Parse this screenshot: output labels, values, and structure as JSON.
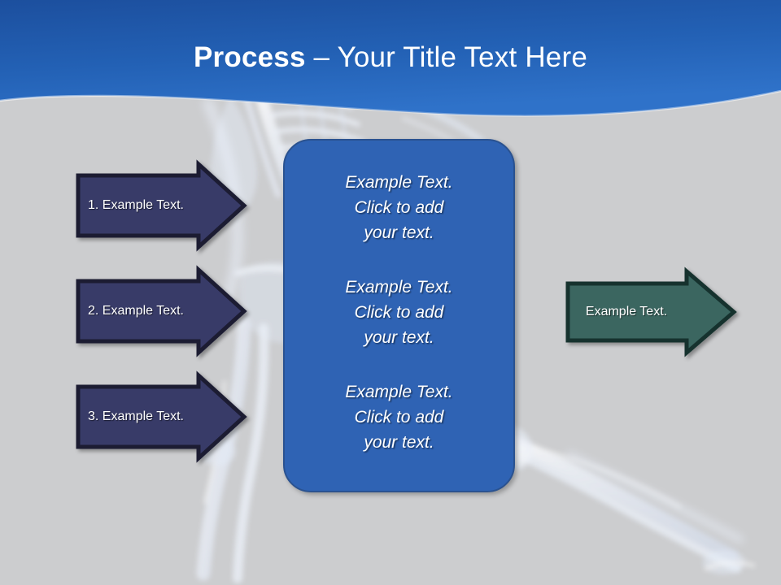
{
  "slide": {
    "background_color": "#cccdcf",
    "header_color_top": "#1b4f9c",
    "header_color_bottom": "#2b6cc4",
    "background_art": "xray-skeleton-runner"
  },
  "title": {
    "bold_part": "Process",
    "rest_part": " – Your Title Text Here",
    "full": "Process – Your Title Text Here",
    "color": "#ffffff"
  },
  "left_arrows": {
    "fill_color": "#393a68",
    "border_color": "#1a1b33",
    "items": [
      {
        "label": "1. Example Text."
      },
      {
        "label": "2. Example Text."
      },
      {
        "label": "3. Example Text."
      }
    ]
  },
  "center_panel": {
    "fill_color": "#2f63b4",
    "border_color": "#2a5290",
    "blocks": [
      {
        "text": "Example Text.\nClick  to add\nyour text."
      },
      {
        "text": "Example Text.\nClick  to add\nyour text."
      },
      {
        "text": "Example Text.\nClick  to add\nyour text."
      }
    ]
  },
  "right_arrow": {
    "fill_color": "#3a6661",
    "border_color": "#16322f",
    "label": "Example Text."
  }
}
